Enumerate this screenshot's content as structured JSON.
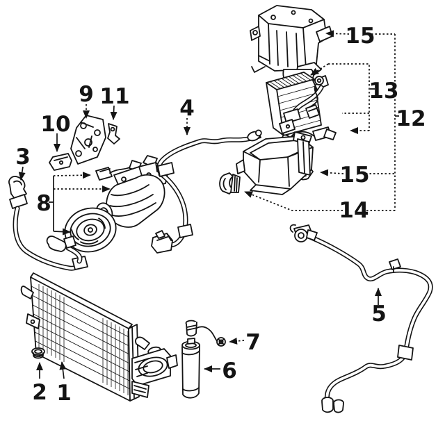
{
  "colors": {
    "line": "#141414",
    "background": "#ffffff"
  },
  "callouts": [
    {
      "id": "1",
      "text": "1"
    },
    {
      "id": "2",
      "text": "2"
    },
    {
      "id": "3",
      "text": "3"
    },
    {
      "id": "4",
      "text": "4"
    },
    {
      "id": "5",
      "text": "5"
    },
    {
      "id": "6",
      "text": "6"
    },
    {
      "id": "7",
      "text": "7"
    },
    {
      "id": "8",
      "text": "8"
    },
    {
      "id": "9",
      "text": "9"
    },
    {
      "id": "10",
      "text": "10"
    },
    {
      "id": "11",
      "text": "11"
    },
    {
      "id": "12",
      "text": "12"
    },
    {
      "id": "13",
      "text": "13"
    },
    {
      "id": "14",
      "text": "14"
    },
    {
      "id": "15-top",
      "text": "15"
    },
    {
      "id": "15-bottom",
      "text": "15"
    }
  ]
}
